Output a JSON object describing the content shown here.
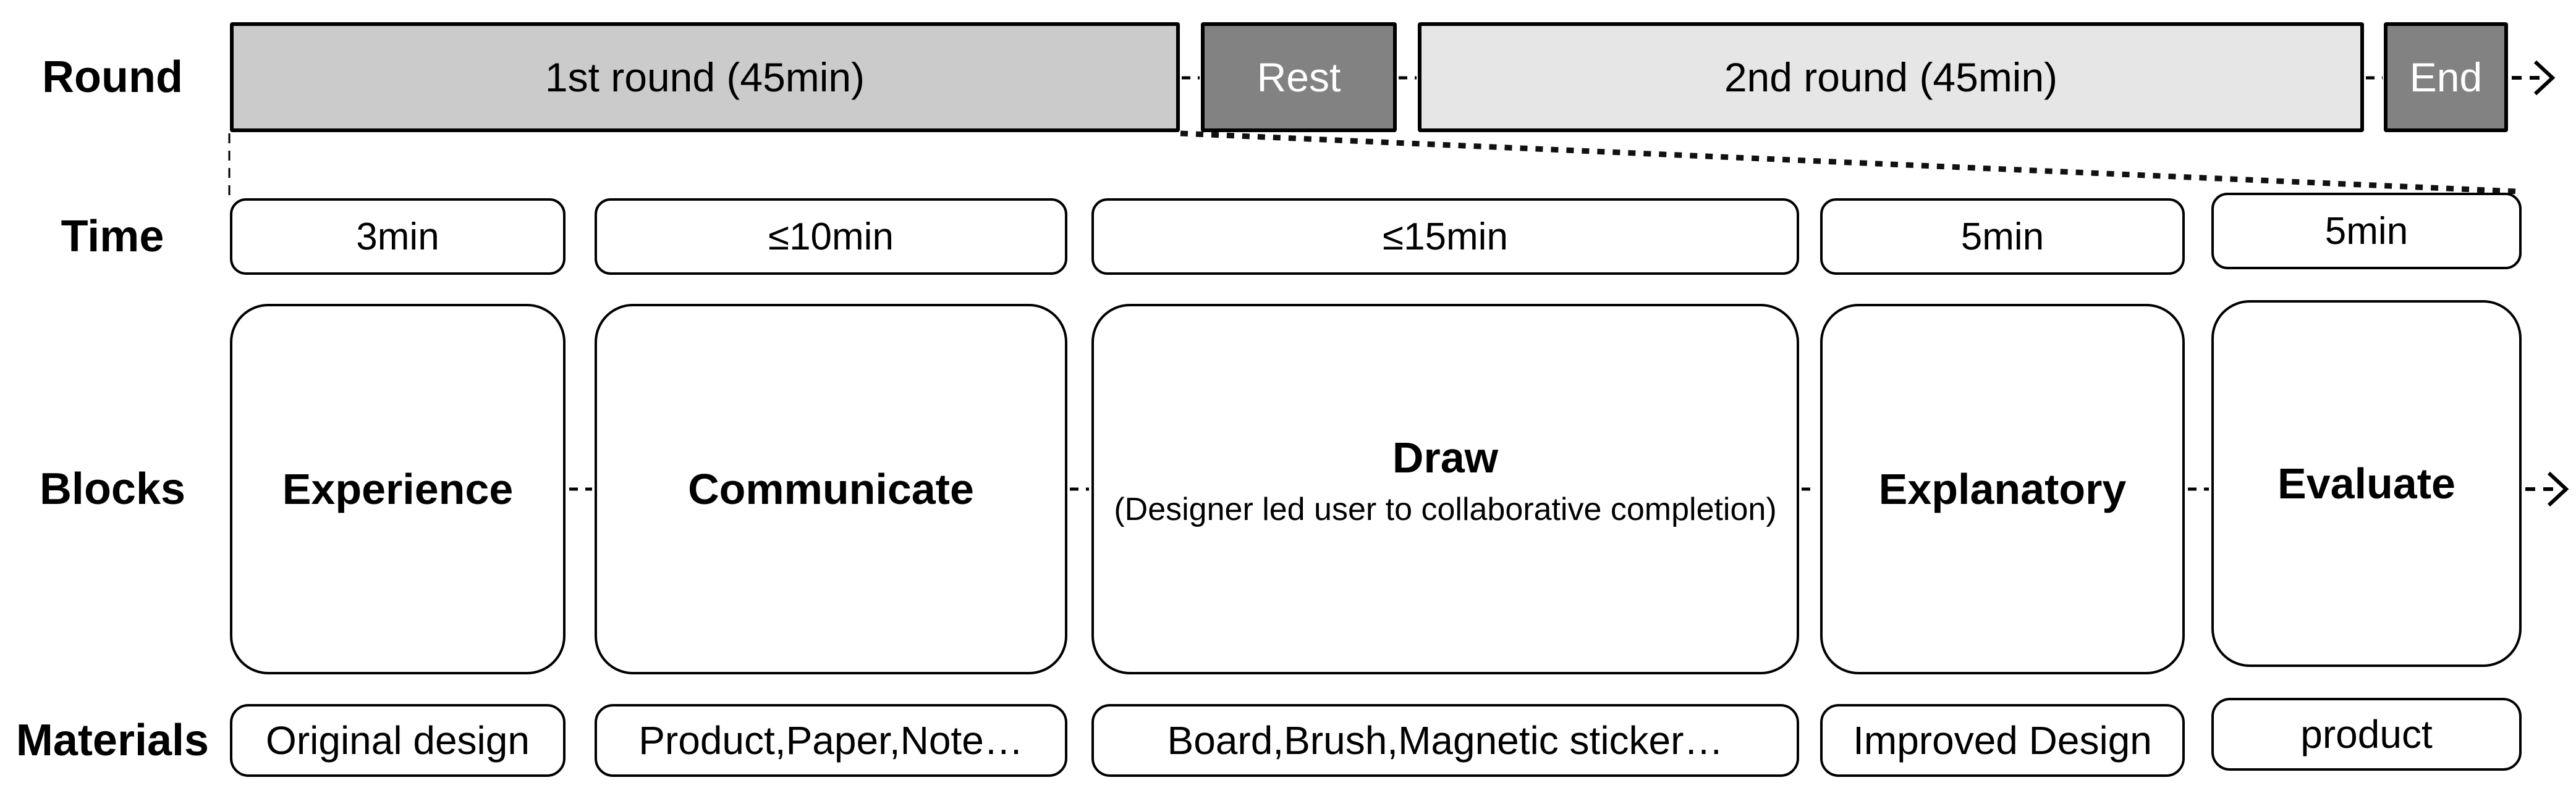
{
  "title": "Design session procedure diagram",
  "colors": {
    "round1_fill": "#cbcbcb",
    "round2_fill": "#e6e6e6",
    "dark_fill": "#828282",
    "white_fill": "#ffffff",
    "border": "#000000",
    "text": "#000000",
    "text_on_dark": "#ffffff"
  },
  "row_labels": {
    "round": "Round",
    "time": "Time",
    "blocks": "Blocks",
    "materials": "Materials"
  },
  "round_row": {
    "first_round": "1st round (45min)",
    "rest": "Rest",
    "second_round": "2nd round (45min)",
    "end": "End"
  },
  "time_row": [
    "3min",
    "≤10min",
    "≤15min",
    "5min",
    "5min"
  ],
  "blocks_row": {
    "experience": "Experience",
    "communicate": "Communicate",
    "draw_title": "Draw",
    "draw_subtitle": "(Designer led user to collaborative completion)",
    "explanatory": "Explanatory",
    "evaluate": "Evaluate"
  },
  "materials_row": [
    "Original design",
    "Product,Paper,Note…",
    "Board,Brush,Magnetic sticker…",
    "Improved Design",
    "product"
  ],
  "icons": {
    "flow_arrow": "dashed-arrow-right",
    "expansion_lines": "dotted-expansion"
  }
}
